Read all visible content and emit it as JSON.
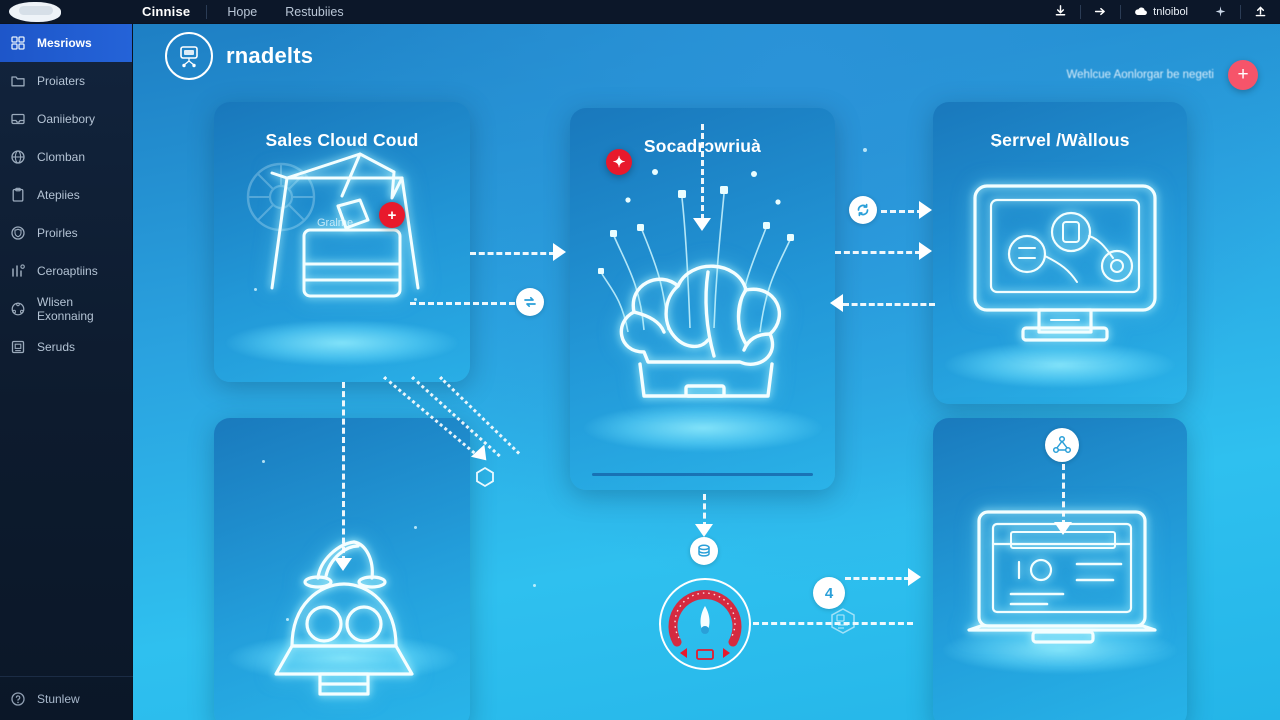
{
  "topbar": {
    "logo_name": "app-logo",
    "title": "Cinnise",
    "nav": [
      {
        "label": "Hope"
      },
      {
        "label": "Restubiies"
      }
    ],
    "right_items": [
      {
        "icon": "download-icon",
        "label": ""
      },
      {
        "icon": "send-icon",
        "label": ""
      },
      {
        "icon": "cloud-icon",
        "label": "tnloibol"
      },
      {
        "icon": "sparkle-icon",
        "label": ""
      },
      {
        "icon": "upload-icon",
        "label": ""
      }
    ]
  },
  "sidebar": {
    "items": [
      {
        "label": "Mesriows",
        "icon": "grid-icon",
        "active": true
      },
      {
        "label": "Proiaters",
        "icon": "folder-icon",
        "active": false
      },
      {
        "label": "Oaniiebory",
        "icon": "inbox-icon",
        "active": false
      },
      {
        "label": "Clomban",
        "icon": "globe-icon",
        "active": false
      },
      {
        "label": "Atepiies",
        "icon": "clipboard-icon",
        "active": false
      },
      {
        "label": "Proirles",
        "icon": "shield-icon",
        "active": false
      },
      {
        "label": "Ceroaptiins",
        "icon": "chart-icon",
        "active": false
      },
      {
        "label": "Wlisen Exonnaing",
        "icon": "network-icon",
        "active": false
      },
      {
        "label": "Seruds",
        "icon": "building-icon",
        "active": false
      }
    ],
    "footer": {
      "label": "Stunlew",
      "icon": "help-icon"
    }
  },
  "page": {
    "icon": "node-graph-icon",
    "title": "rnadelts",
    "header_right_label": "Wehlcue Aonlorgar be negeti",
    "add_button_label": "+"
  },
  "cards": [
    {
      "id": "card-sales",
      "title": "Sales Cloud Coud",
      "illustration": "crane-server-illustration",
      "badge": {
        "type": "red",
        "label": "+"
      }
    },
    {
      "id": "card-core",
      "title": "Socadrɔwriuà",
      "illustration": "cloud-brain-illustration",
      "badge": {
        "type": "red",
        "label": "✦"
      }
    },
    {
      "id": "card-serv",
      "title": "Serrvel /Wàllous",
      "illustration": "monitor-dashboard-illustration",
      "badge": null
    },
    {
      "id": "card-bot",
      "title": "",
      "illustration": "robot-illustration",
      "badge": null
    },
    {
      "id": "card-web",
      "title": "",
      "illustration": "laptop-browser-illustration",
      "badge": null
    }
  ],
  "connectors": [
    {
      "name": "sales-to-core-arrow",
      "direction": "right"
    },
    {
      "name": "sales-to-core-lower-arrow",
      "direction": "right"
    },
    {
      "name": "core-to-serv-arrow-top",
      "direction": "right"
    },
    {
      "name": "core-to-serv-arrow-mid",
      "direction": "right"
    },
    {
      "name": "serv-to-core-arrow",
      "direction": "left"
    },
    {
      "name": "core-to-gauge-arrow",
      "direction": "down"
    },
    {
      "name": "serv-to-web-arrow",
      "direction": "down"
    },
    {
      "name": "gauge-to-web-arrow",
      "direction": "right"
    },
    {
      "name": "sales-to-bot-connector",
      "direction": "down"
    }
  ],
  "node_badges": [
    {
      "name": "transfer-badge",
      "label": ""
    },
    {
      "name": "sync-badge",
      "label": ""
    },
    {
      "name": "gauge-badge",
      "label": ""
    },
    {
      "name": "step-four-badge",
      "label": "4"
    },
    {
      "name": "cluster-badge",
      "label": ""
    }
  ],
  "colors": {
    "accent_blue": "#2463d8",
    "canvas_cyan": "#2fc0ef",
    "card_blue": "#1876ba",
    "badge_red": "#e8192c",
    "fab_pink": "#f6546a",
    "sidebar_dark": "#0d1b2e"
  }
}
